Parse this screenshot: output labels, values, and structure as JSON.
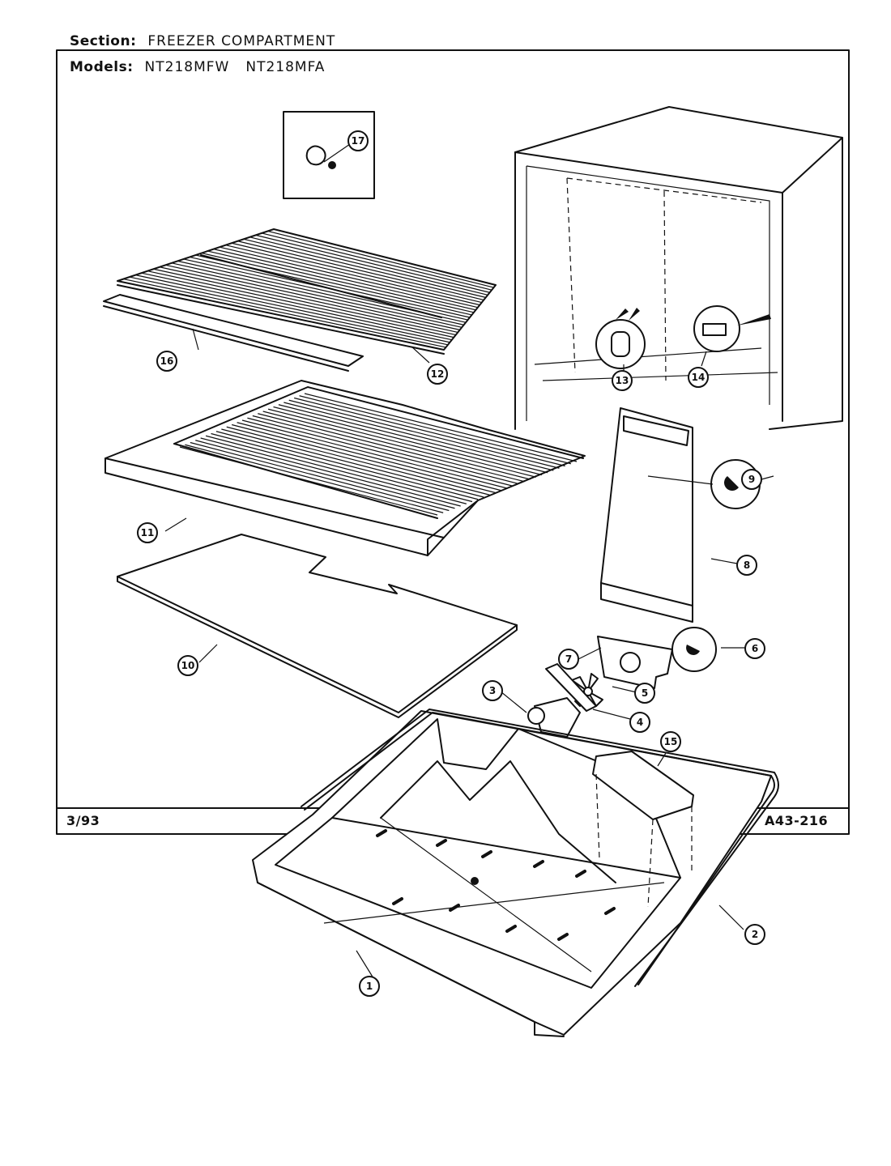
{
  "header": {
    "section_label": "Section:",
    "section_value": "FREEZER COMPARTMENT",
    "models_label": "Models:",
    "models": [
      "NT218MFW",
      "NT218MFA"
    ]
  },
  "footer": {
    "date": "3/93",
    "code": "A43-216"
  },
  "callouts": [
    "1",
    "2",
    "3",
    "4",
    "5",
    "6",
    "7",
    "8",
    "9",
    "10",
    "11",
    "12",
    "13",
    "14",
    "15",
    "16",
    "17"
  ]
}
